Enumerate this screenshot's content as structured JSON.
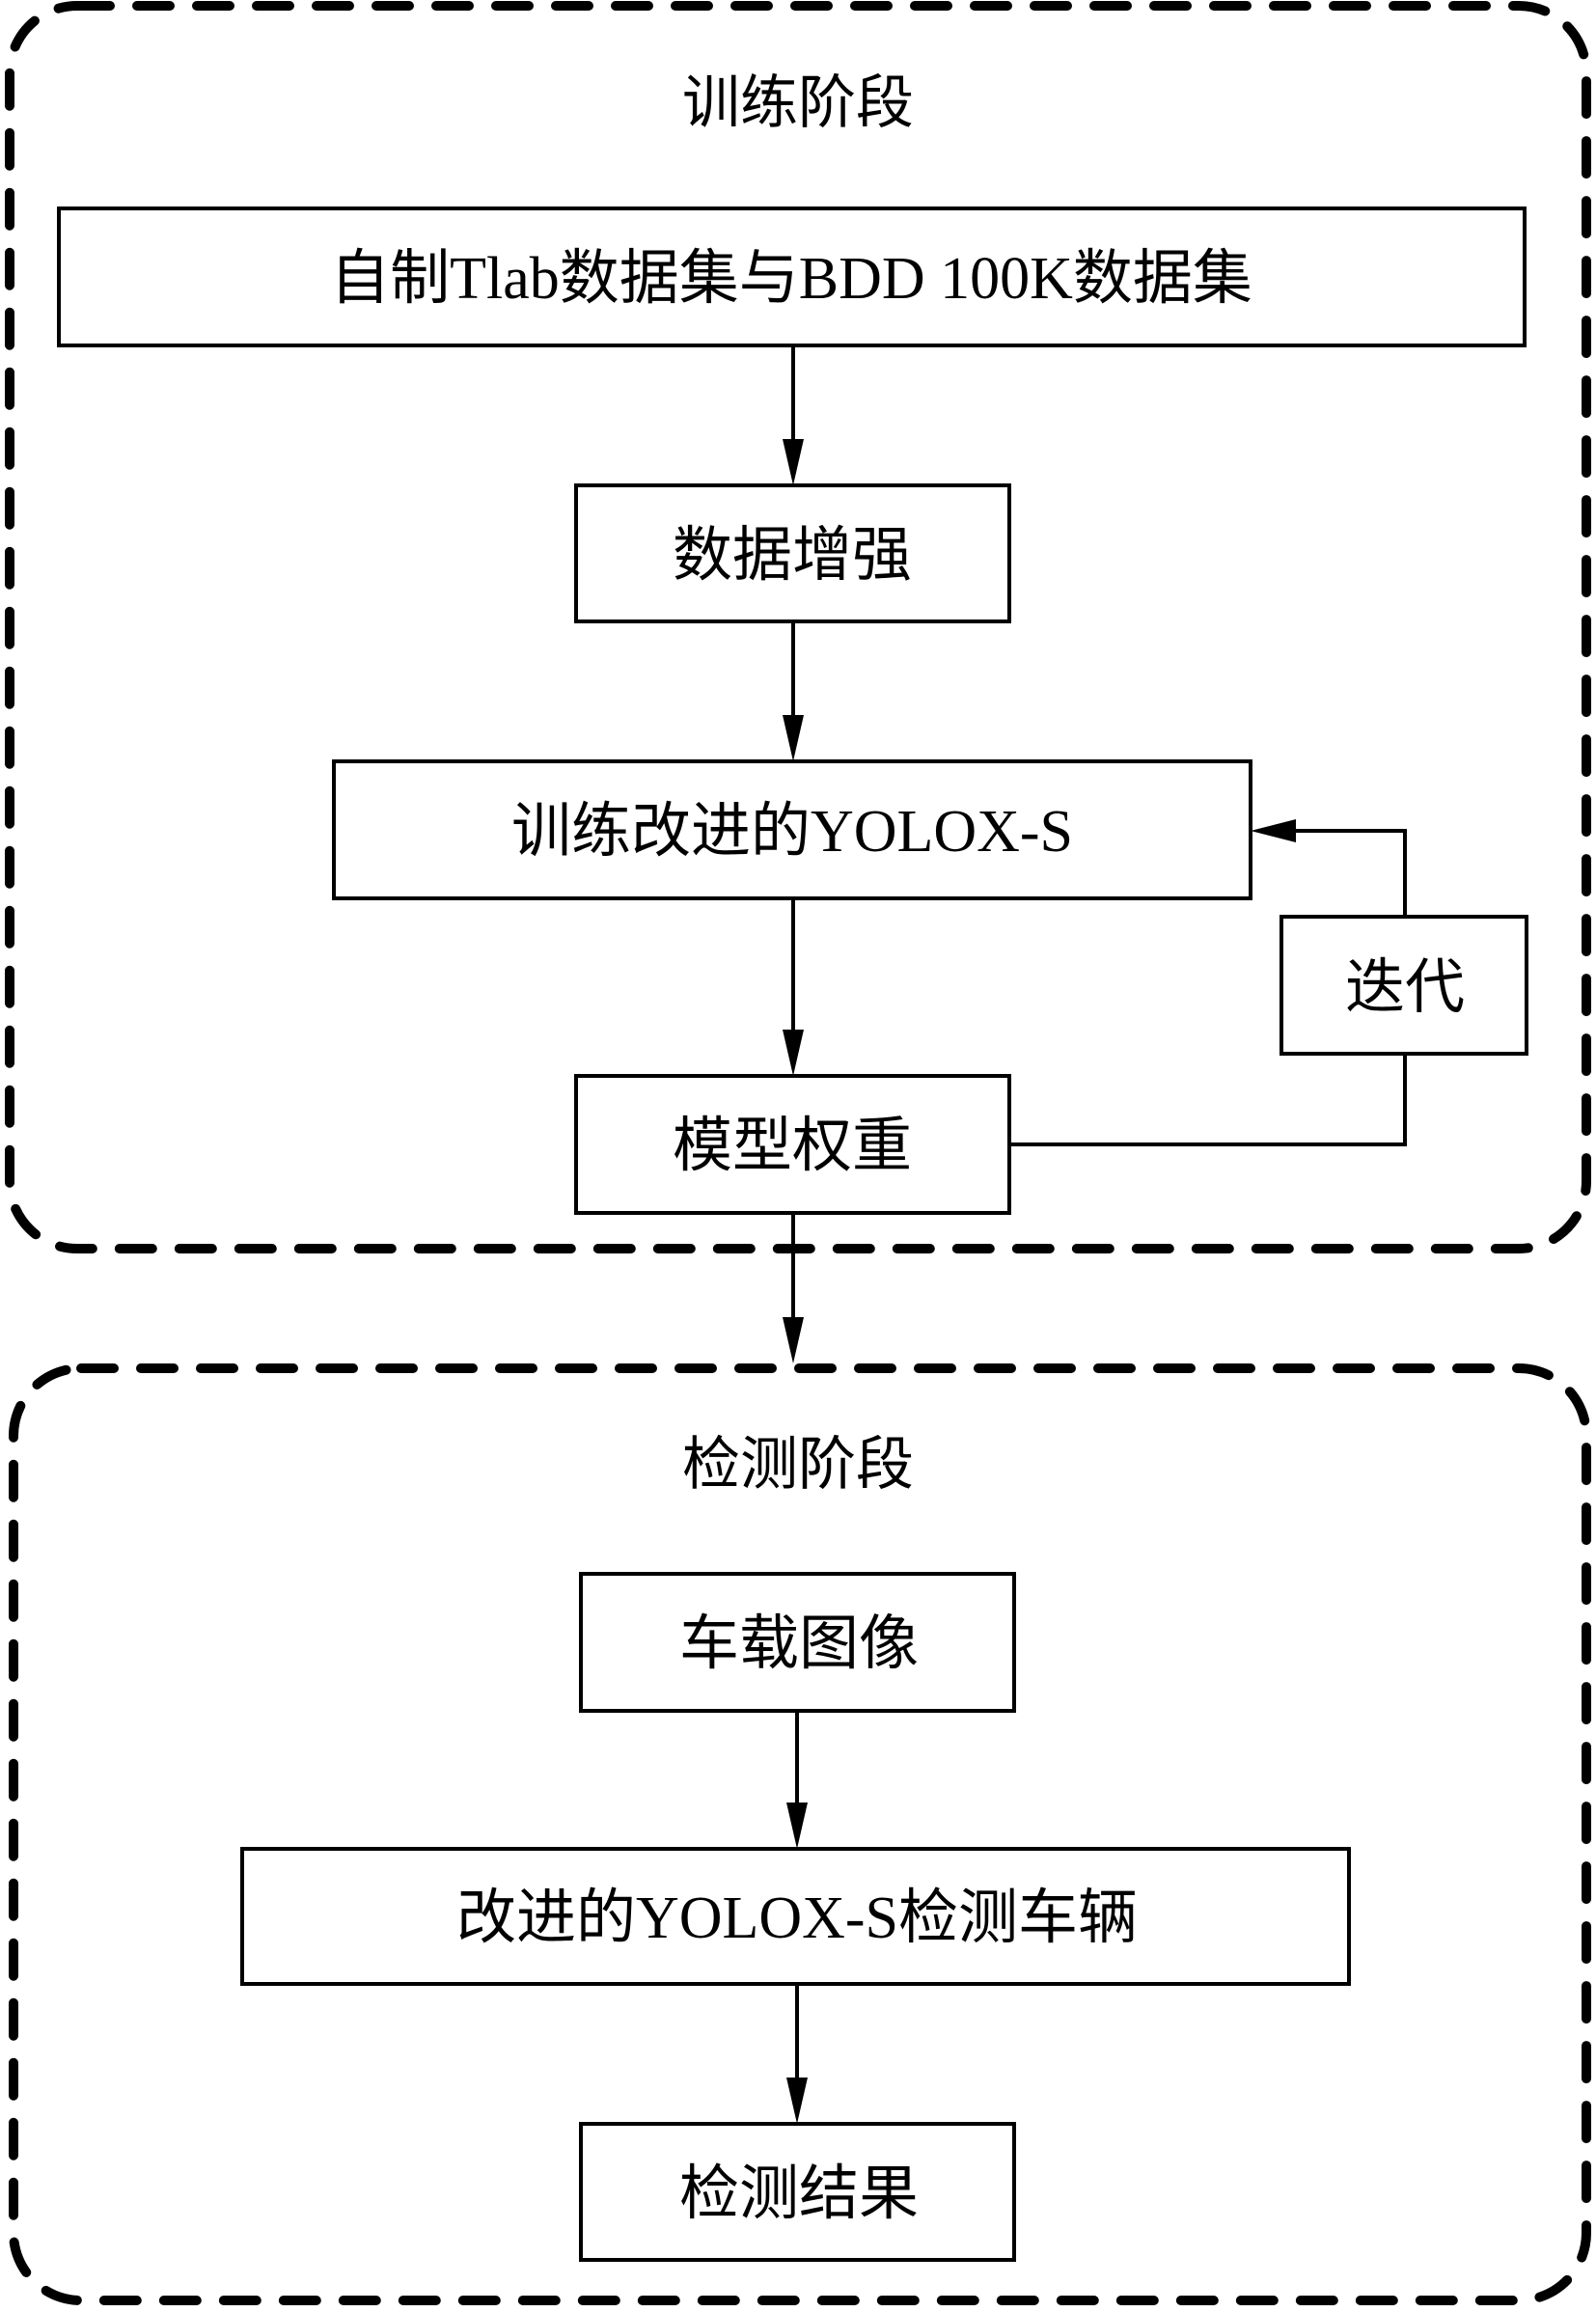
{
  "stages": {
    "training": {
      "title": "训练阶段"
    },
    "detection": {
      "title": "检测阶段"
    }
  },
  "nodes": {
    "dataset": "自制Tlab数据集与BDD 100K数据集",
    "augment": "数据增强",
    "train": "训练改进的YOLOX-S",
    "iterate": "迭代",
    "weights": "模型权重",
    "image": "车载图像",
    "detect": "改进的YOLOX-S检测车辆",
    "result": "检测结果"
  },
  "edges": [
    {
      "from": "dataset",
      "to": "augment"
    },
    {
      "from": "augment",
      "to": "train"
    },
    {
      "from": "train",
      "to": "weights"
    },
    {
      "from": "weights",
      "to": "iterate"
    },
    {
      "from": "iterate",
      "to": "train"
    },
    {
      "from": "weights",
      "to": "detection-stage"
    },
    {
      "from": "image",
      "to": "detect"
    },
    {
      "from": "detect",
      "to": "result"
    }
  ]
}
